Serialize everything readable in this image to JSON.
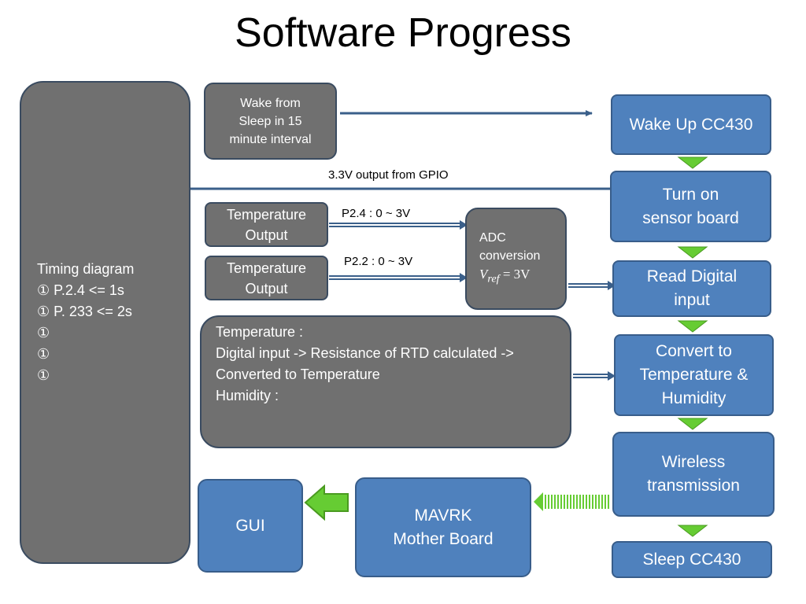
{
  "title": "Software Progress",
  "timing": {
    "heading": "Timing diagram",
    "lines": [
      "① P.2.4 <= 1s",
      "① P. 233  <= 2s",
      "①",
      "①",
      "①"
    ]
  },
  "wake_sleep": [
    "Wake from",
    "Sleep in 15",
    "minute interval"
  ],
  "temp_output_1": [
    "Temperature",
    "Output"
  ],
  "temp_output_2": [
    "Temperature",
    "Output"
  ],
  "adc": {
    "line1": "ADC",
    "line2": "conversion",
    "vref": "V",
    "vref_sub": "ref",
    "vref_rest": " = 3V"
  },
  "labels": {
    "gpio": "3.3V output from GPIO",
    "p24": "P2.4 : 0 ~ 3V",
    "p22": "P2.2 : 0 ~ 3V"
  },
  "conversion_note": {
    "lines": [
      "Temperature :",
      "Digital input -> Resistance of RTD calculated ->",
      "Converted to Temperature",
      "Humidity :"
    ]
  },
  "flow": {
    "wake_up": [
      "Wake Up CC430"
    ],
    "turn_on": [
      "Turn on",
      "sensor board"
    ],
    "read_digital": [
      "Read Digital",
      "input"
    ],
    "convert": [
      "Convert to",
      "Temperature &",
      "Humidity"
    ],
    "wireless": [
      "Wireless",
      "transmission"
    ],
    "sleep": [
      "Sleep CC430"
    ]
  },
  "mavrk": [
    "MAVRK",
    "Mother Board"
  ],
  "gui": "GUI",
  "colors": {
    "gray": "#707070",
    "blue": "#4f81bd",
    "green": "#66cc33",
    "arrow": "#3a5f8a"
  }
}
